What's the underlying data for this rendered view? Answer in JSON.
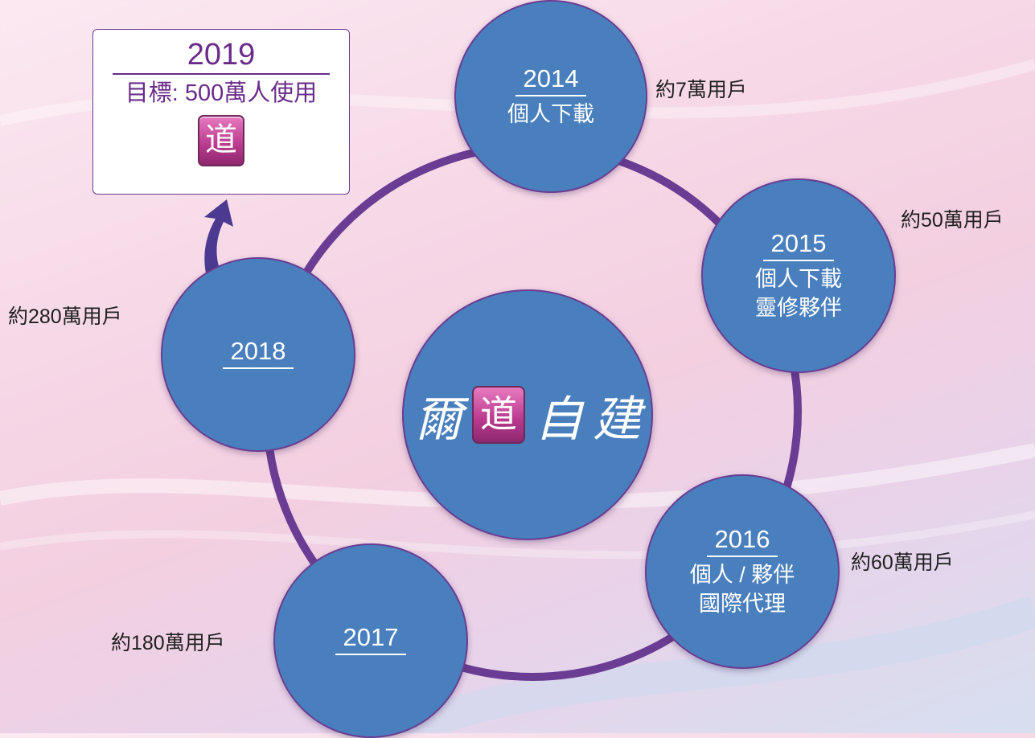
{
  "goal": {
    "year": "2019",
    "text": "目標: 500萬人使用",
    "icon_glyph": "道",
    "icon_name": "dao-app-icon"
  },
  "center": {
    "chars": [
      "爾",
      "道",
      "自",
      "建"
    ],
    "icon_index": 1
  },
  "nodes": [
    {
      "id": "2014",
      "year": "2014",
      "lines": [
        "個人下載"
      ],
      "count": "約7萬用戶"
    },
    {
      "id": "2015",
      "year": "2015",
      "lines": [
        "個人下載",
        "靈修夥伴"
      ],
      "count": "約50萬用戶"
    },
    {
      "id": "2016",
      "year": "2016",
      "lines": [
        "個人 / 夥伴",
        "國際代理"
      ],
      "count": "約60萬用戶"
    },
    {
      "id": "2017",
      "year": "2017",
      "lines": [],
      "count": "約180萬用戶"
    },
    {
      "id": "2018",
      "year": "2018",
      "lines": [],
      "count": "約280萬用戶"
    }
  ],
  "colors": {
    "node_fill": "#4a7fbe",
    "ring": "#6a3c93",
    "goal_text": "#6a2b8a",
    "arrow": "#4b3a8f"
  }
}
